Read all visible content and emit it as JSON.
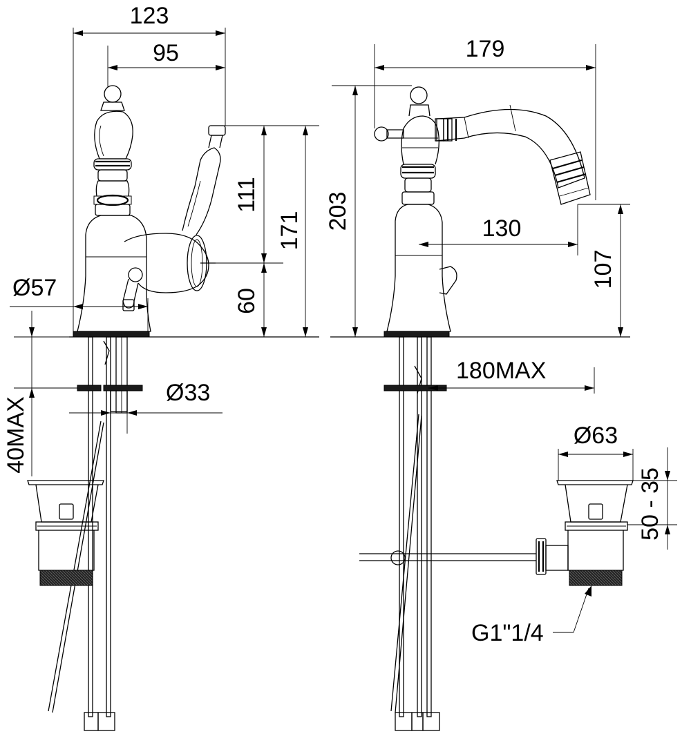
{
  "dimensions": {
    "width_total": "123",
    "width_spout": "95",
    "width_side": "179",
    "height_handle": "111",
    "height_total_front": "171",
    "height_base": "60",
    "height_total_side": "203",
    "spout_reach": "130",
    "height_spout": "107",
    "base_diameter": "Ø57",
    "hole_diameter": "Ø33",
    "deck_thickness": "40MAX",
    "rod_length": "180MAX",
    "waste_diameter": "Ø63",
    "waste_height": "50 - 35",
    "thread": "G1\"1/4"
  }
}
